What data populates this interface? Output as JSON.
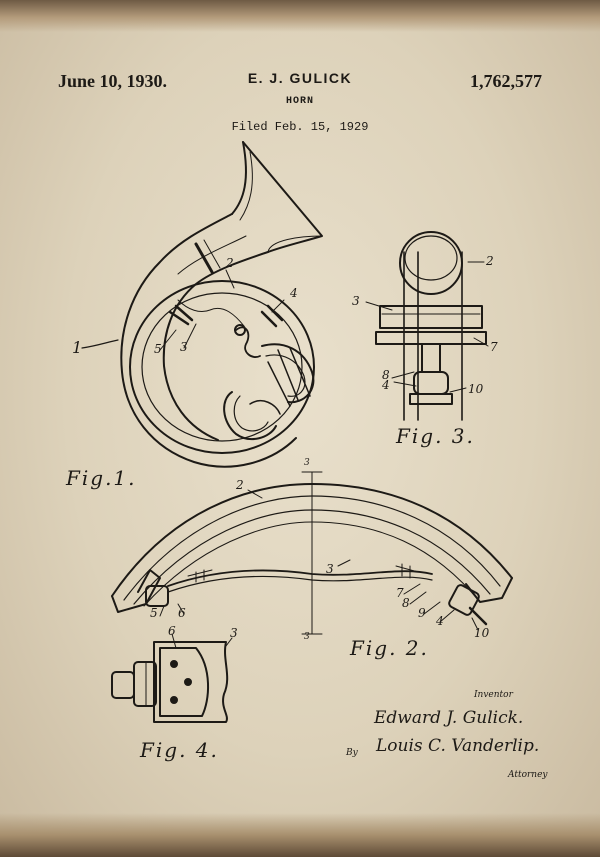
{
  "header": {
    "date": "June 10, 1930.",
    "inventor": "E. J. GULICK",
    "title": "HORN",
    "filed": "Filed Feb. 15, 1929",
    "patent_number": "1,762,577"
  },
  "figures": {
    "fig1": "Fig.1.",
    "fig2": "Fig. 2.",
    "fig3": "Fig. 3.",
    "fig4": "Fig. 4."
  },
  "fig1_labels": {
    "l1": "1",
    "l2": "2",
    "l3": "3",
    "l4": "4",
    "l5": "5"
  },
  "fig2_labels": {
    "l2": "2",
    "l3a": "3",
    "l3b": "3",
    "l3c": "3",
    "l4": "4",
    "l5": "5",
    "l6": "6",
    "l7": "7",
    "l8": "8",
    "l9": "9",
    "l10": "10"
  },
  "fig3_labels": {
    "l2": "2",
    "l3": "3",
    "l4": "4",
    "l7": "7",
    "l8": "8",
    "l10": "10"
  },
  "fig4_labels": {
    "l3": "3",
    "l6": "6"
  },
  "signature": {
    "inventor_label": "Inventor",
    "inventor_name": "Edward J. Gulick.",
    "by": "By",
    "attorney_name": "Louis C. Vanderlip.",
    "attorney_label": "Attorney"
  },
  "colors": {
    "paper": "#e2d8c2",
    "ink": "#1d1a16",
    "torn_edge": "#6e5a44"
  }
}
